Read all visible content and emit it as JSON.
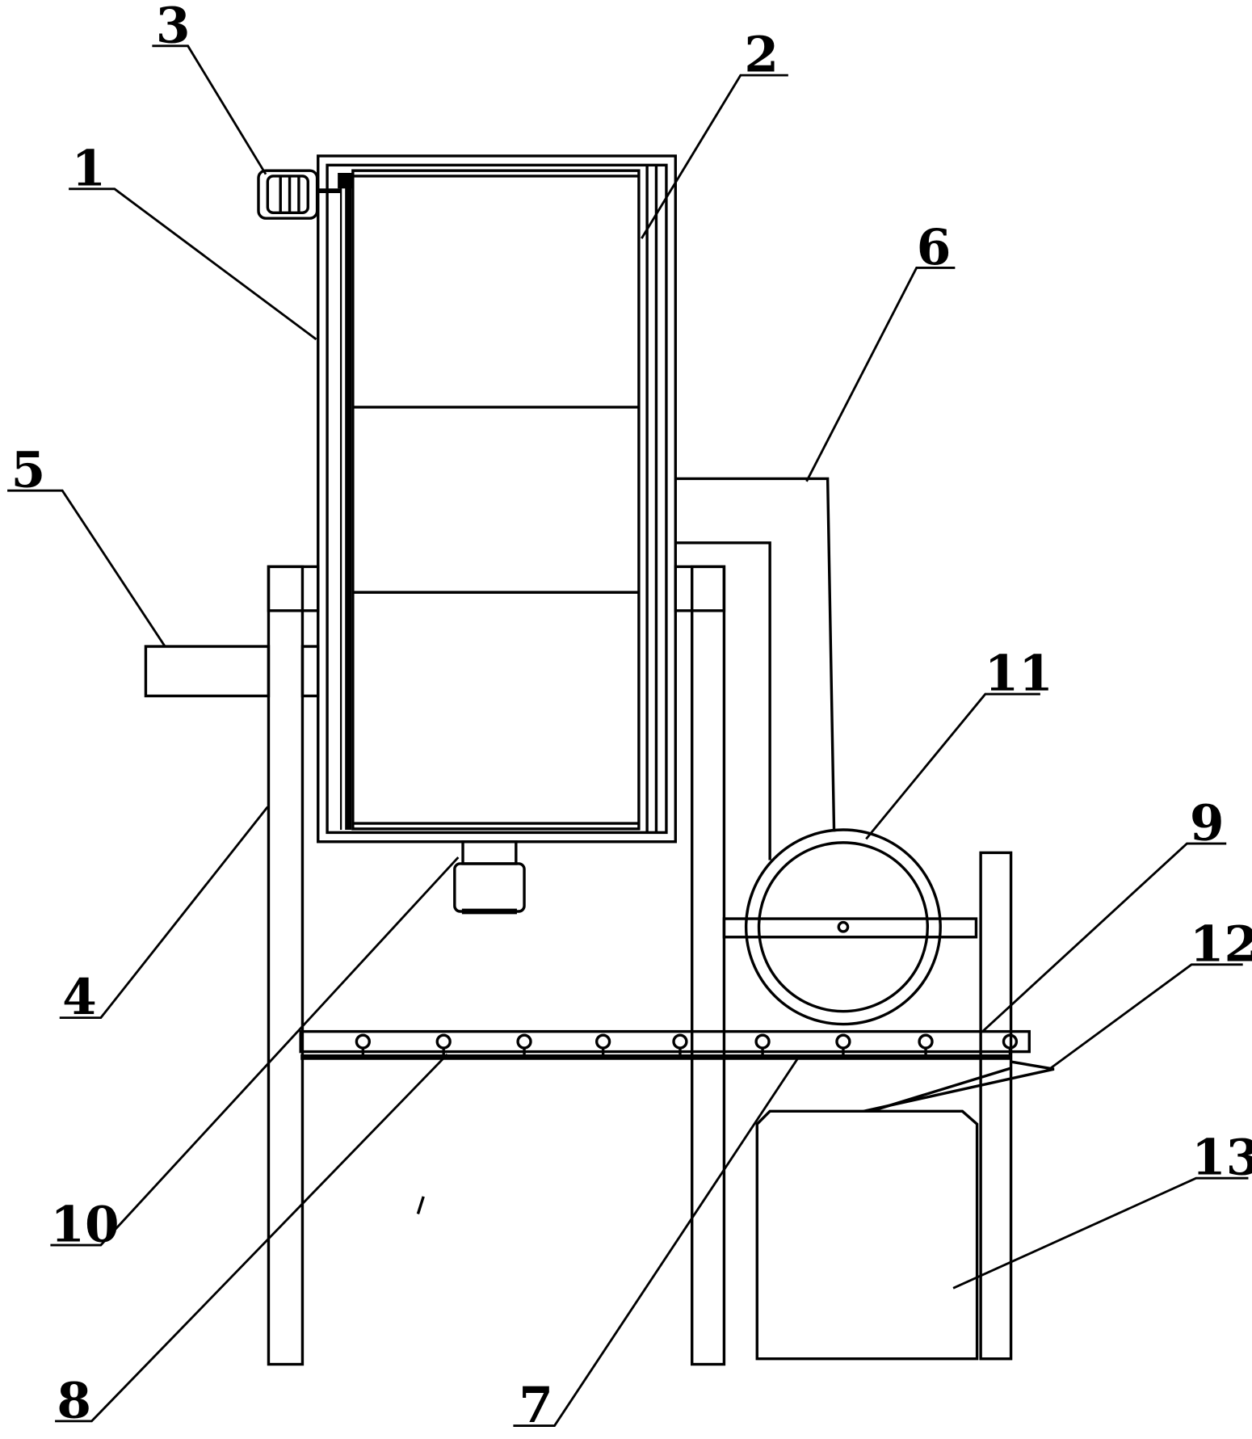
{
  "callouts": [
    {
      "id": "1",
      "label": "1"
    },
    {
      "id": "2",
      "label": "2"
    },
    {
      "id": "3",
      "label": "3"
    },
    {
      "id": "4",
      "label": "4"
    },
    {
      "id": "5",
      "label": "5"
    },
    {
      "id": "6",
      "label": "6"
    },
    {
      "id": "7",
      "label": "7"
    },
    {
      "id": "8",
      "label": "8"
    },
    {
      "id": "9",
      "label": "9"
    },
    {
      "id": "10",
      "label": "10"
    },
    {
      "id": "11",
      "label": "11"
    },
    {
      "id": "12",
      "label": "12"
    },
    {
      "id": "13",
      "label": "13"
    }
  ],
  "colors": {
    "stroke": "#000000",
    "background": "#ffffff"
  }
}
